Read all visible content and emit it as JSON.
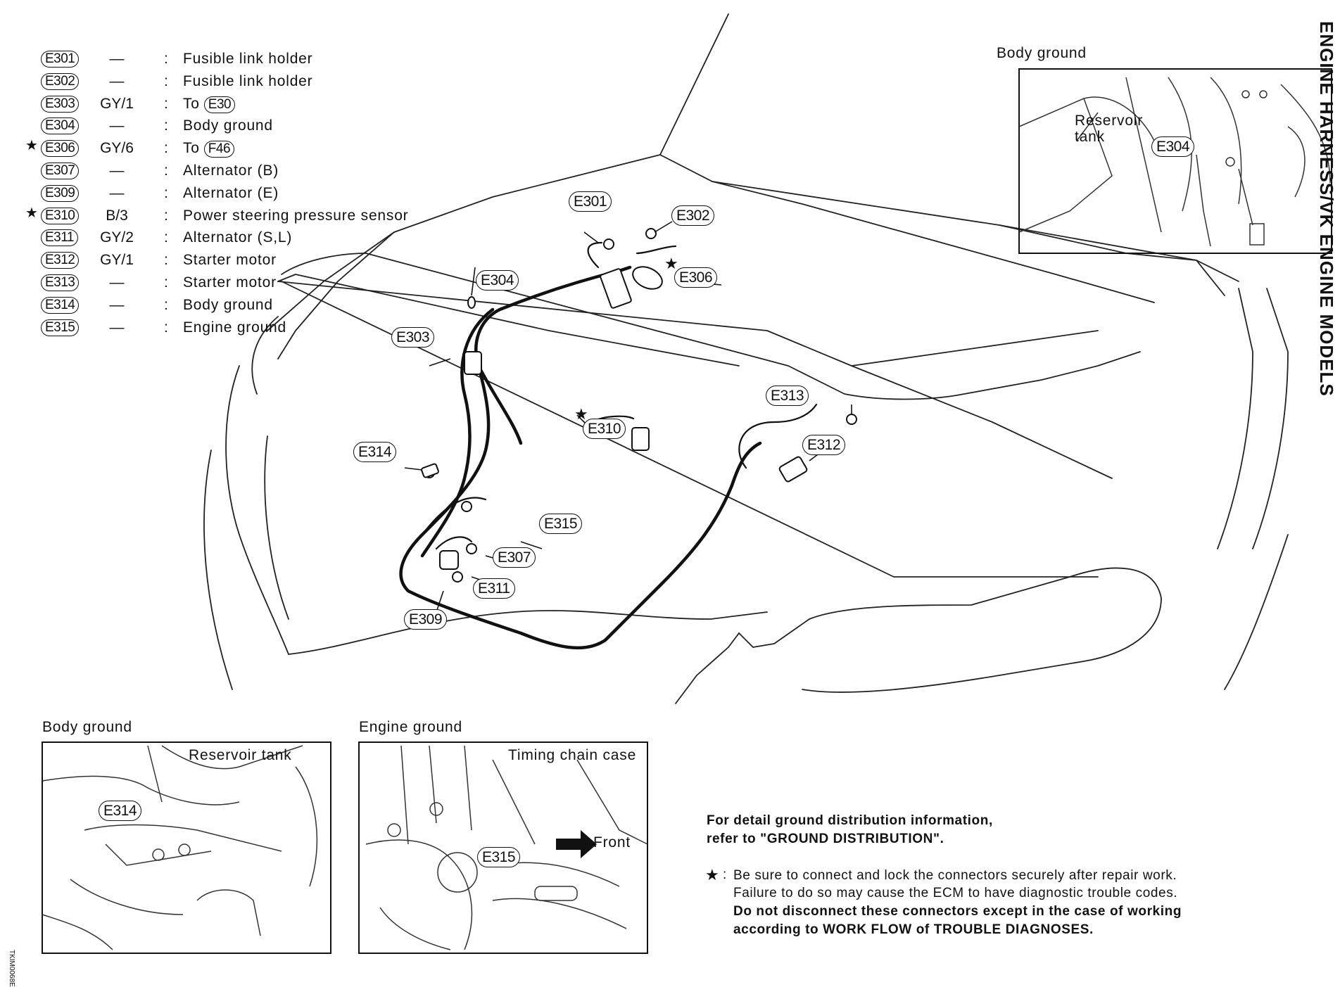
{
  "side_title": "ENGINE HARNESS/VK ENGINE MODELS",
  "figure_code": "TKIM0068E",
  "legend": [
    {
      "star": "",
      "connector": "E301",
      "wire": "—",
      "colon": ":",
      "desc": "Fusible link holder",
      "target": ""
    },
    {
      "star": "",
      "connector": "E302",
      "wire": "—",
      "colon": ":",
      "desc": "Fusible link holder",
      "target": ""
    },
    {
      "star": "",
      "connector": "E303",
      "wire": "GY/1",
      "colon": ":",
      "desc": "To",
      "target": "E30"
    },
    {
      "star": "",
      "connector": "E304",
      "wire": "—",
      "colon": ":",
      "desc": "Body ground",
      "target": ""
    },
    {
      "star": "★",
      "connector": "E306",
      "wire": "GY/6",
      "colon": ":",
      "desc": "To",
      "target": "F46"
    },
    {
      "star": "",
      "connector": "E307",
      "wire": "—",
      "colon": ":",
      "desc": "Alternator (B)",
      "target": ""
    },
    {
      "star": "",
      "connector": "E309",
      "wire": "—",
      "colon": ":",
      "desc": "Alternator (E)",
      "target": ""
    },
    {
      "star": "★",
      "connector": "E310",
      "wire": "B/3",
      "colon": ":",
      "desc": "Power steering pressure sensor",
      "target": ""
    },
    {
      "star": "",
      "connector": "E311",
      "wire": "GY/2",
      "colon": ":",
      "desc": "Alternator (S,L)",
      "target": ""
    },
    {
      "star": "",
      "connector": "E312",
      "wire": "GY/1",
      "colon": ":",
      "desc": "Starter motor",
      "target": ""
    },
    {
      "star": "",
      "connector": "E313",
      "wire": "—",
      "colon": ":",
      "desc": "Starter motor",
      "target": ""
    },
    {
      "star": "",
      "connector": "E314",
      "wire": "—",
      "colon": ":",
      "desc": "Body ground",
      "target": ""
    },
    {
      "star": "",
      "connector": "E315",
      "wire": "—",
      "colon": ":",
      "desc": "Engine ground",
      "target": ""
    }
  ],
  "callouts": {
    "e301": "E301",
    "e302": "E302",
    "e303": "E303",
    "e304": "E304",
    "e306": "E306",
    "e307": "E307",
    "e309": "E309",
    "e310": "E310",
    "e311": "E311",
    "e312": "E312",
    "e313": "E313",
    "e314": "E314",
    "e315": "E315",
    "star": "★"
  },
  "inset_top_right": {
    "title": "Body ground",
    "reservoir_label": "Reservoir tank",
    "reservoir_line1": "Reservoir",
    "reservoir_line2": "tank",
    "connector": "E304"
  },
  "inset_bottom_left": {
    "title": "Body ground",
    "reservoir_label": "Reservoir tank",
    "connector": "E314"
  },
  "inset_bottom_mid": {
    "title": "Engine ground",
    "timing_label": "Timing chain case",
    "front_label": "Front",
    "connector": "E315"
  },
  "notes": {
    "line1": "For detail ground distribution information,",
    "line2": "refer to \"GROUND DISTRIBUTION\".",
    "star": "★",
    "colon": ":",
    "line3": "Be sure to connect and lock the connectors securely after repair work.",
    "line4": "Failure to do so may cause the ECM to have diagnostic trouble codes.",
    "line5": "Do not disconnect these connectors except in the case of working",
    "line6": "according to WORK FLOW of TROUBLE DIAGNOSES."
  }
}
